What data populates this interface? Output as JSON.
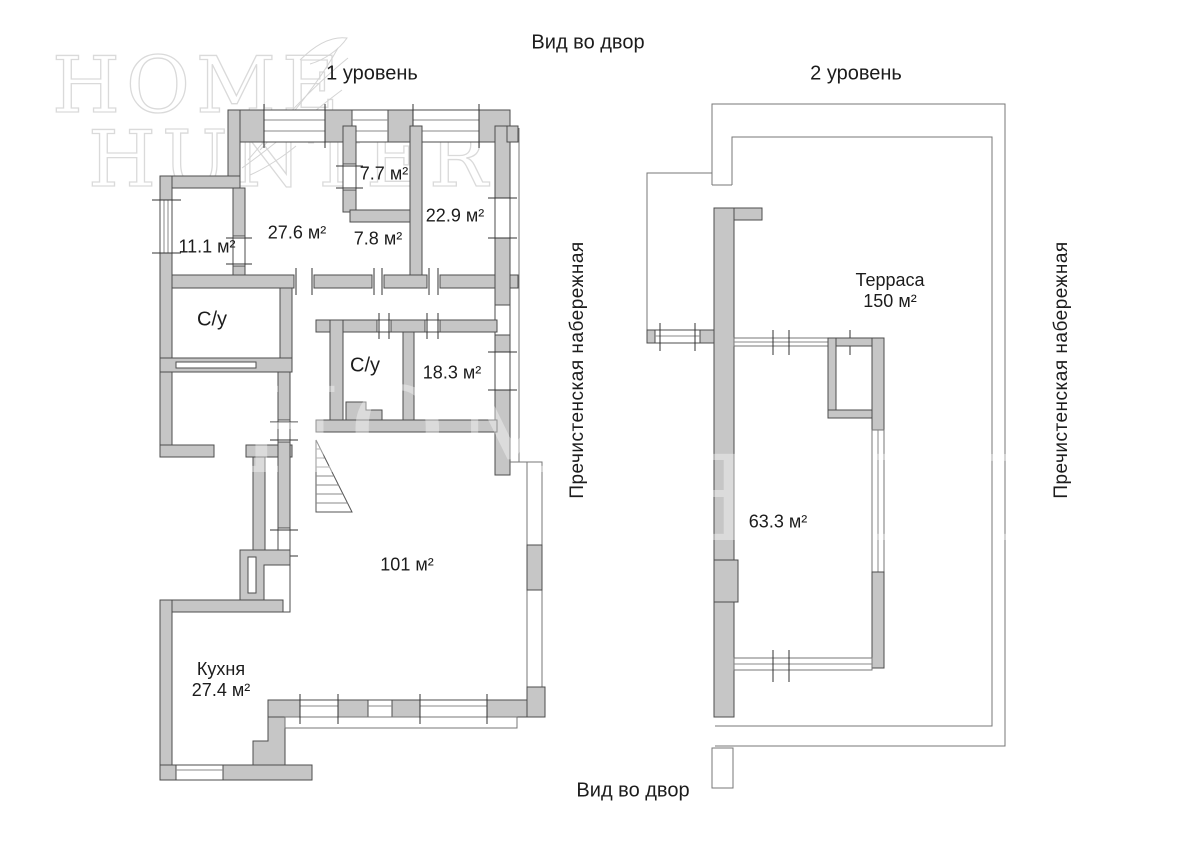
{
  "header": {
    "view_top": "Вид во двор",
    "view_bottom": "Вид во двор",
    "level1_title": "1 уровень",
    "level2_title": "2 уровень"
  },
  "level1": {
    "street": "Пречистенская набережная",
    "rooms": {
      "r111": "11.1 м²",
      "r276": "27.6 м²",
      "r77": "7.7 м²",
      "r78": "7.8 м²",
      "r229": "22.9 м²",
      "su1": "С/у",
      "su2": "С/у",
      "r183": "18.3 м²",
      "r101": "101 м²",
      "kitchen_name": "Кухня",
      "kitchen_area": "27.4 м²"
    }
  },
  "level2": {
    "street": "Пречистенская набережная",
    "rooms": {
      "terrace_name": "Терраса",
      "terrace_area": "150 м²",
      "r633": "63.3 м²"
    }
  },
  "watermark": {
    "line1": "HOME",
    "line2": "HUNTER"
  }
}
